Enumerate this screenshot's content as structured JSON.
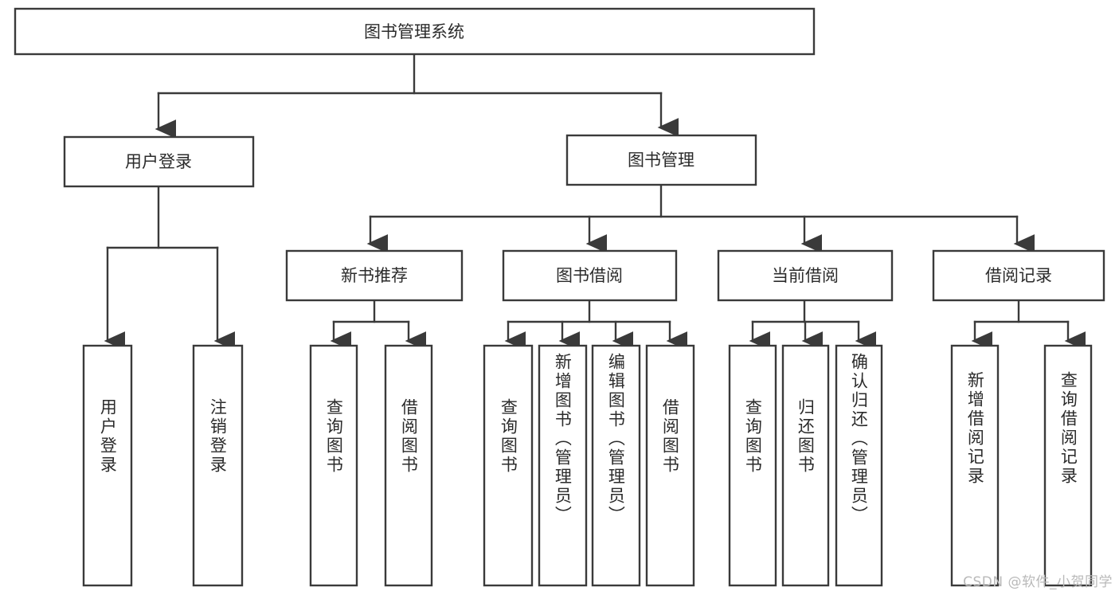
{
  "diagram": {
    "type": "tree-hierarchy-chart",
    "title": "图书管理系统",
    "orientation": "top-down",
    "colors": {
      "box_fill": "#ffffff",
      "box_stroke": "#3a3a3a",
      "text": "#2b2b2b",
      "background": "#ffffff",
      "watermark": "#b9b9b9"
    },
    "root": {
      "label": "图书管理系统"
    },
    "level2": [
      {
        "label": "用户登录"
      },
      {
        "label": "图书管理"
      }
    ],
    "level3": [
      {
        "label": "新书推荐"
      },
      {
        "label": "图书借阅"
      },
      {
        "label": "当前借阅"
      },
      {
        "label": "借阅记录"
      }
    ],
    "leaves": {
      "user_login": [
        {
          "label": "用户登录"
        },
        {
          "label": "注销登录"
        }
      ],
      "new_book_recommend": [
        {
          "label": "查询图书"
        },
        {
          "label": "借阅图书"
        }
      ],
      "book_borrow": [
        {
          "label": "查询图书"
        },
        {
          "label": "新增图书（管理员）"
        },
        {
          "label": "编辑图书（管理员）"
        },
        {
          "label": "借阅图书"
        }
      ],
      "current_borrow": [
        {
          "label": "查询图书"
        },
        {
          "label": "归还图书"
        },
        {
          "label": "确认归还（管理员）"
        }
      ],
      "borrow_record": [
        {
          "label": "新增借阅记录"
        },
        {
          "label": "查询借阅记录"
        }
      ]
    }
  },
  "watermark": {
    "text": "CSDN @软件_小贺同学"
  }
}
